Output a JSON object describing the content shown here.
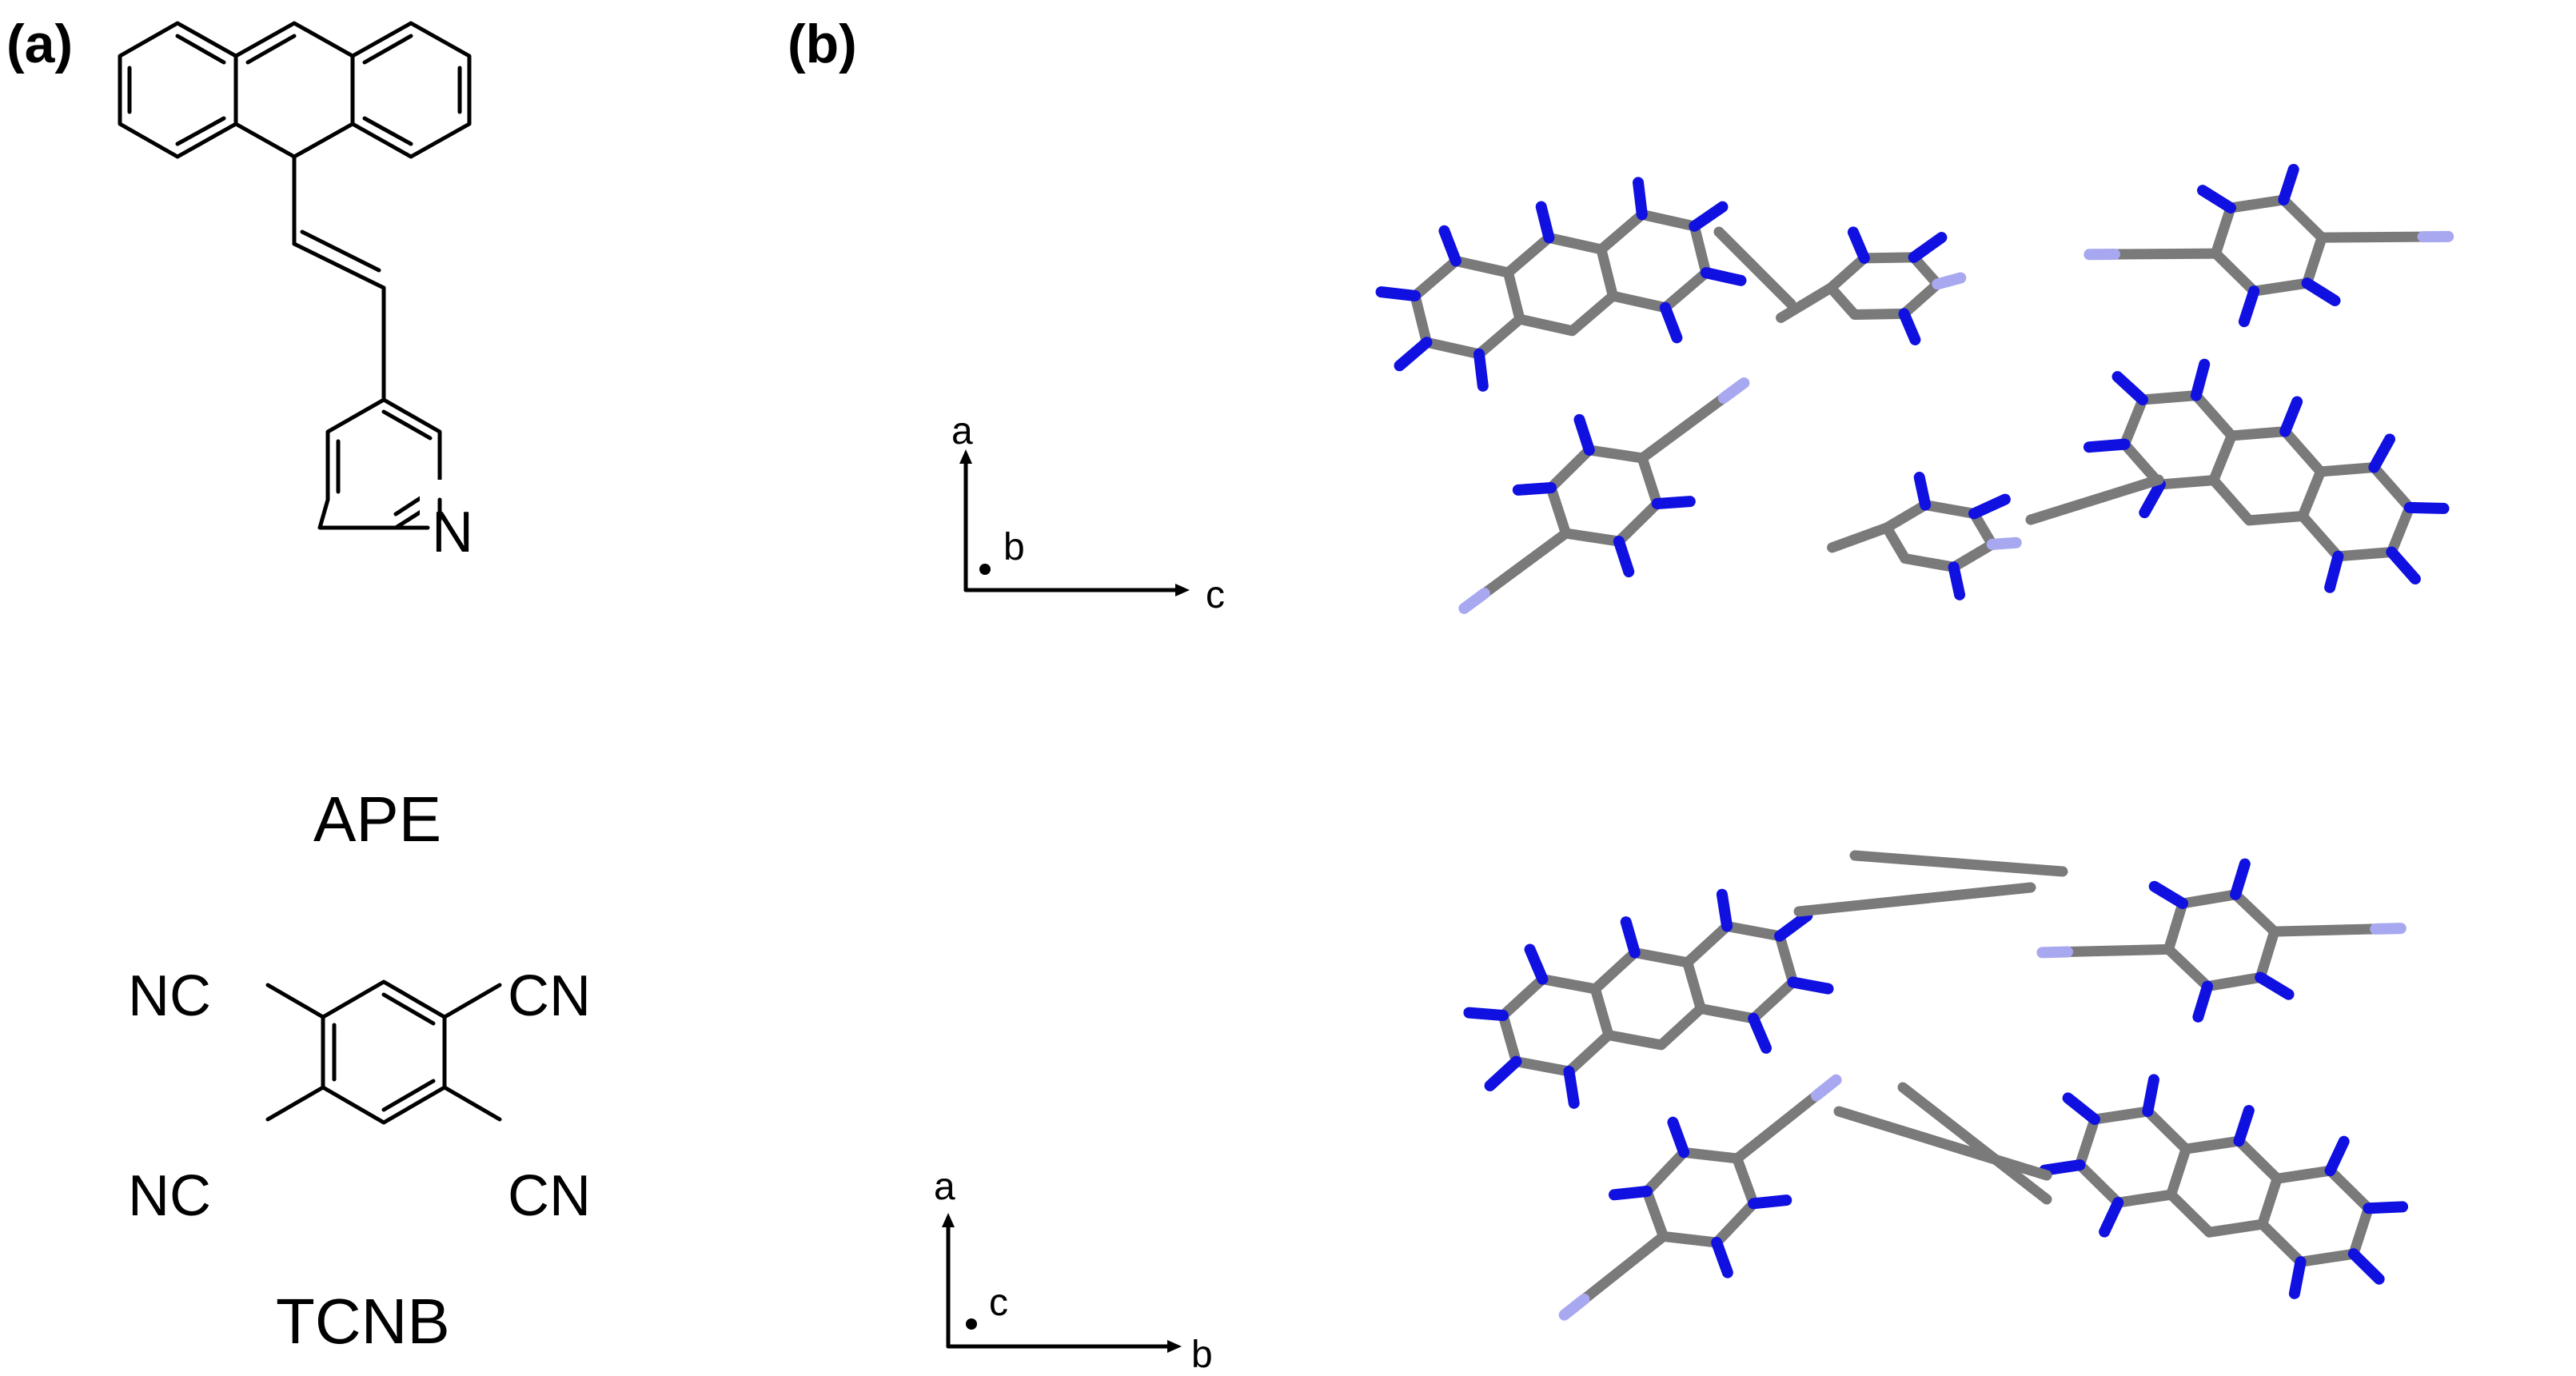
{
  "panels": {
    "a_label": "(a)",
    "b_label": "(b)"
  },
  "molecules": {
    "ape": {
      "name": "APE",
      "ring_atom": "N"
    },
    "tcnb": {
      "name": "TCNB",
      "substituents": {
        "top_left": "NC",
        "top_right": "CN",
        "bottom_left": "NC",
        "bottom_right": "CN"
      }
    }
  },
  "axes": {
    "top_view": {
      "up": "a",
      "dot": "b",
      "right": "c"
    },
    "bottom_view": {
      "up": "a",
      "dot": "c",
      "right": "b"
    }
  },
  "colors": {
    "carbon_bond": "#7a7a7a",
    "nitrogen_end": "#1010e0",
    "terminal_light": "#a8a8f0",
    "text": "#000000"
  }
}
